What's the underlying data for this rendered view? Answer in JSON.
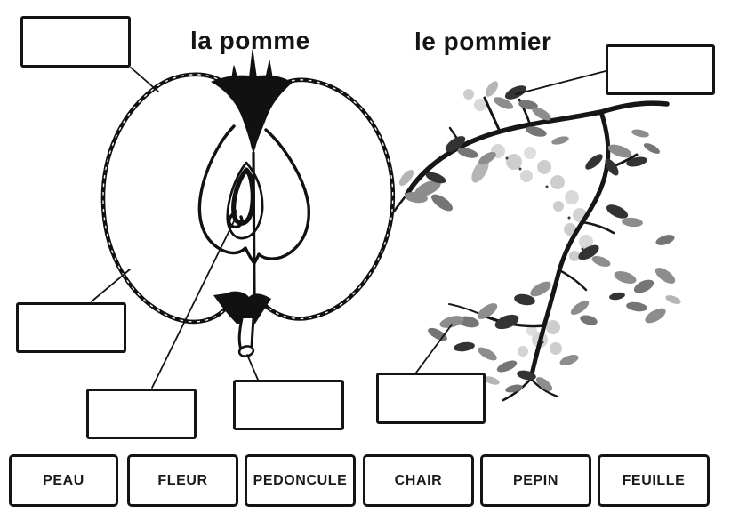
{
  "titles": {
    "apple": "la pomme",
    "tree": "le pommier"
  },
  "word_bank": [
    "PEAU",
    "FLEUR",
    "PEDONCULE",
    "CHAIR",
    "PEPIN",
    "FEUILLE"
  ],
  "answer_boxes": [
    {
      "id": "apple-top-left",
      "value": ""
    },
    {
      "id": "apple-left",
      "value": ""
    },
    {
      "id": "apple-bottom-center",
      "value": ""
    },
    {
      "id": "apple-stem",
      "value": ""
    },
    {
      "id": "tree-bottom",
      "value": ""
    },
    {
      "id": "tree-top-right",
      "value": ""
    }
  ],
  "colors": {
    "ink": "#111111",
    "leaf_mid": "#8d8d8d",
    "leaf_mid2": "#757575",
    "leaf_dark": "#333333",
    "leaf_light": "#b5b5b5",
    "blossom": "#cdcdcd",
    "background": "#ffffff"
  }
}
